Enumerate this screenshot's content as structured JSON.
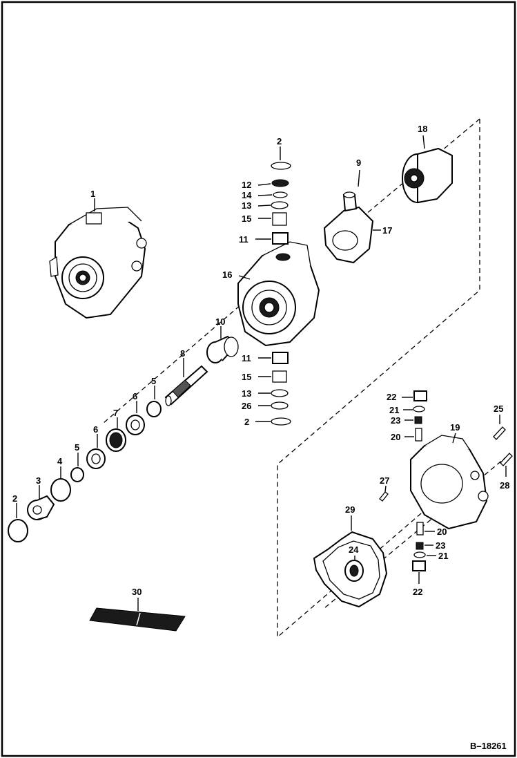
{
  "figure_id": "B–18261",
  "callouts": {
    "c1": "1",
    "c2a": "2",
    "c2b": "2",
    "c2c": "2",
    "c3": "3",
    "c4": "4",
    "c5a": "5",
    "c5b": "5",
    "c6a": "6",
    "c6b": "6",
    "c7": "7",
    "c8": "8",
    "c9": "9",
    "c10": "10",
    "c11a": "11",
    "c11b": "11",
    "c12": "12",
    "c13a": "13",
    "c13b": "13",
    "c14": "14",
    "c15a": "15",
    "c15b": "15",
    "c16": "16",
    "c17": "17",
    "c18": "18",
    "c19": "19",
    "c20a": "20",
    "c20b": "20",
    "c21a": "21",
    "c21b": "21",
    "c22a": "22",
    "c22b": "22",
    "c23a": "23",
    "c23b": "23",
    "c24": "24",
    "c25": "25",
    "c26": "26",
    "c27": "27",
    "c28": "28",
    "c29": "29",
    "c30": "30"
  }
}
